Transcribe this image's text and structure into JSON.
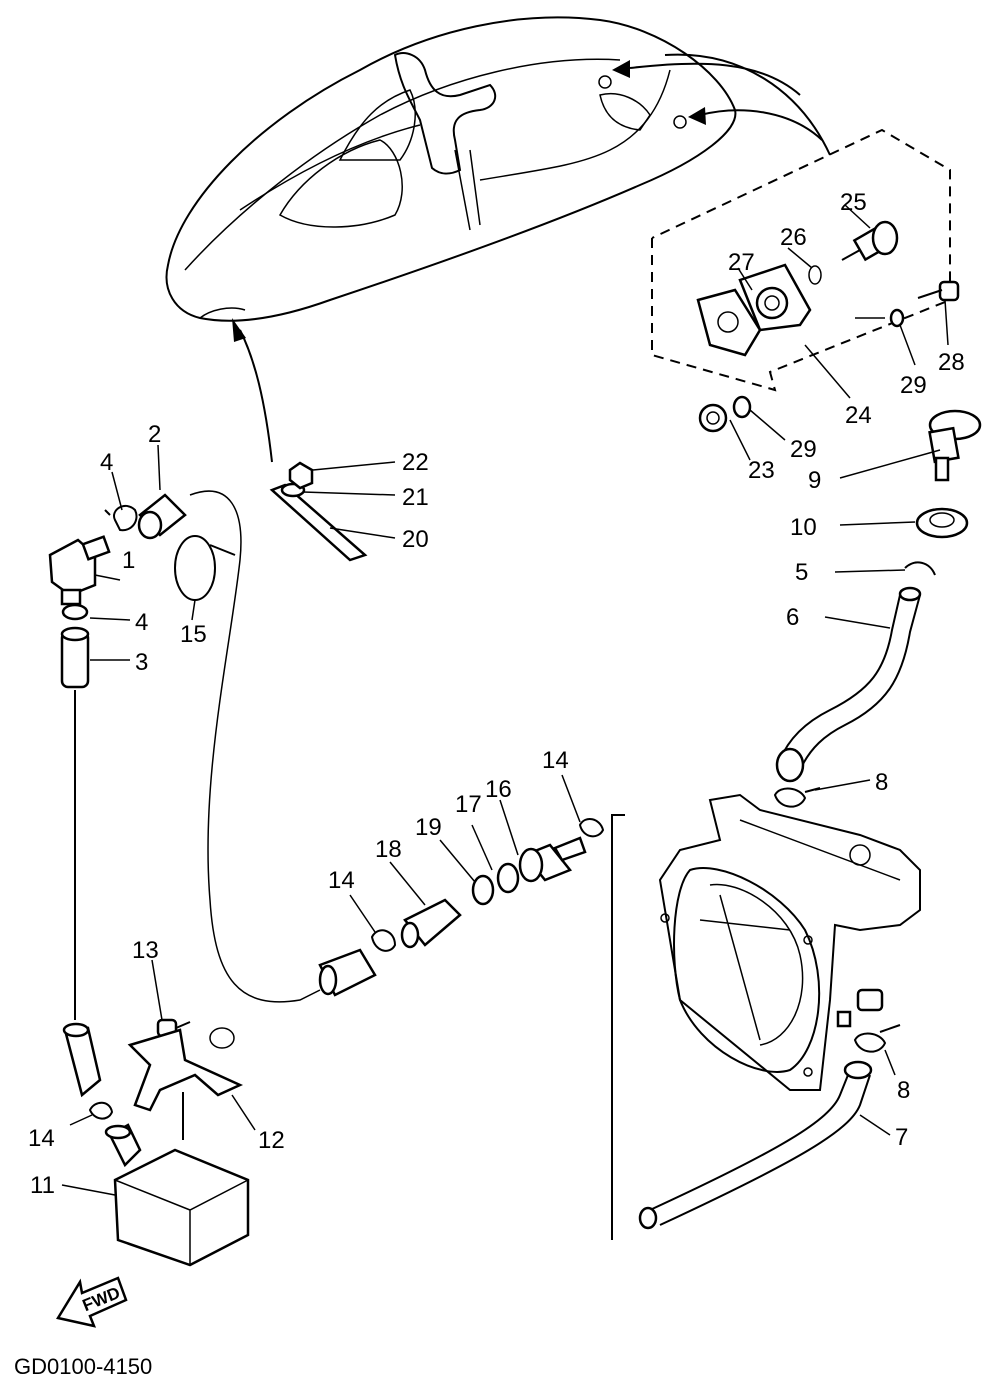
{
  "diagram_code": "GD0100-4150",
  "fwd_label": "FWD",
  "part_labels": {
    "p1": "1",
    "p2": "2",
    "p3": "3",
    "p4a": "4",
    "p4b": "4",
    "p5": "5",
    "p6": "6",
    "p7": "7",
    "p8a": "8",
    "p8b": "8",
    "p9": "9",
    "p10": "10",
    "p11": "11",
    "p12": "12",
    "p13": "13",
    "p14a": "14",
    "p14b": "14",
    "p14c": "14",
    "p15": "15",
    "p16": "16",
    "p17": "17",
    "p18": "18",
    "p19": "19",
    "p20": "20",
    "p21": "21",
    "p22": "22",
    "p23": "23",
    "p24": "24",
    "p25": "25",
    "p26": "26",
    "p27": "27",
    "p28": "28",
    "p29a": "29",
    "p29b": "29"
  }
}
